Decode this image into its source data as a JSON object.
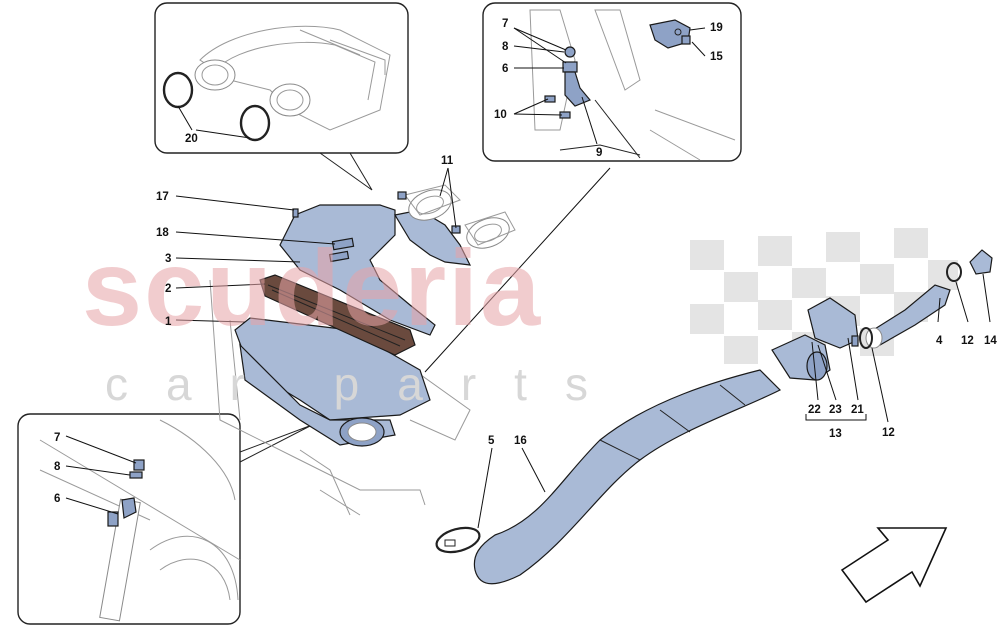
{
  "watermark": {
    "brand": "scuderia",
    "sub": "car parts"
  },
  "callouts": [
    {
      "id": "c1",
      "text": "1"
    },
    {
      "id": "c2",
      "text": "2"
    },
    {
      "id": "c3",
      "text": "3"
    },
    {
      "id": "c4",
      "text": "4"
    },
    {
      "id": "c5",
      "text": "5"
    },
    {
      "id": "c6a",
      "text": "6"
    },
    {
      "id": "c6b",
      "text": "6"
    },
    {
      "id": "c7a",
      "text": "7"
    },
    {
      "id": "c7b",
      "text": "7"
    },
    {
      "id": "c8a",
      "text": "8"
    },
    {
      "id": "c8b",
      "text": "8"
    },
    {
      "id": "c9",
      "text": "9"
    },
    {
      "id": "c10",
      "text": "10"
    },
    {
      "id": "c11",
      "text": "11"
    },
    {
      "id": "c12a",
      "text": "12"
    },
    {
      "id": "c12b",
      "text": "12"
    },
    {
      "id": "c13",
      "text": "13"
    },
    {
      "id": "c14",
      "text": "14"
    },
    {
      "id": "c15",
      "text": "15"
    },
    {
      "id": "c16",
      "text": "16"
    },
    {
      "id": "c17",
      "text": "17"
    },
    {
      "id": "c18",
      "text": "18"
    },
    {
      "id": "c19",
      "text": "19"
    },
    {
      "id": "c20",
      "text": "20"
    },
    {
      "id": "c21",
      "text": "21"
    },
    {
      "id": "c22",
      "text": "22"
    },
    {
      "id": "c23",
      "text": "23"
    }
  ],
  "colors": {
    "part_fill": "#a9bad6",
    "watermark_red": "#e7a3a7",
    "line": "#1a1a1a"
  },
  "icons": {
    "direction_arrow": "forward-arrow-icon"
  }
}
